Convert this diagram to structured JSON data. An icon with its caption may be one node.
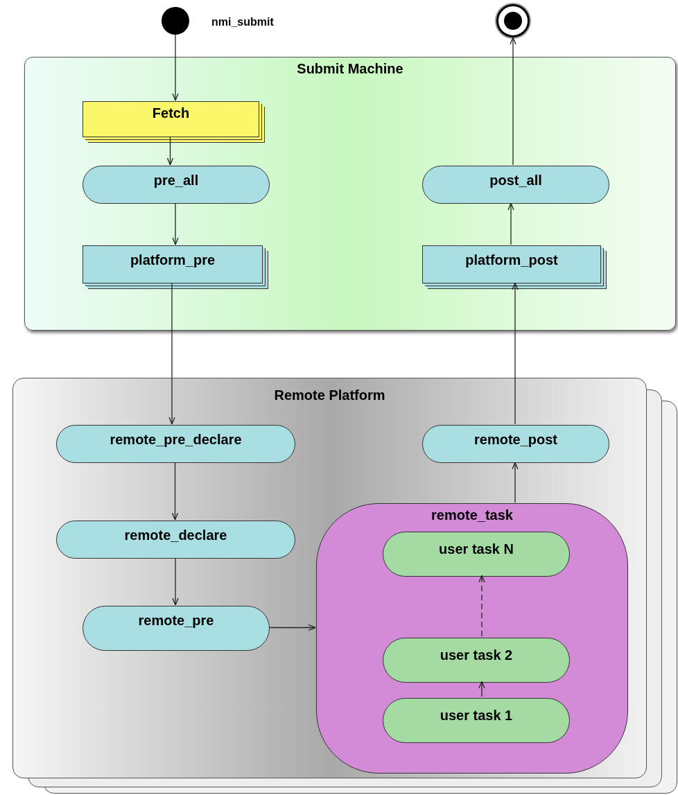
{
  "diagram": {
    "nodes": [
      {
        "text": [],
        "shape": "circle",
        "beside": [
          "nmi_submit"
        ]
      },
      {
        "text": [],
        "shape": "circle"
      },
      {
        "text": [
          "Submit Machine"
        ]
      },
      {
        "text": [
          "Fetch"
        ],
        "in": 2
      },
      {
        "text": [
          "pre_all"
        ],
        "in": 2
      },
      {
        "text": [
          "platform_pre"
        ],
        "in": 2
      },
      {
        "text": [
          "post_all"
        ],
        "in": 2
      },
      {
        "text": [
          "platform_post"
        ],
        "in": 2
      },
      {
        "text": [
          "Remote Platform"
        ]
      },
      {
        "text": [
          "remote_pre_declare"
        ],
        "in": 8
      },
      {
        "text": [
          "remote_post"
        ],
        "in": 8
      },
      {
        "text": [
          "remote_declare"
        ],
        "in": 8
      },
      {
        "text": [
          "remote_task"
        ],
        "in": 8
      },
      {
        "text": [
          "user task N"
        ],
        "in": 12
      },
      {
        "text": [
          "remote_pre"
        ],
        "in": 8
      },
      {
        "text": [
          "user task 2"
        ],
        "in": 12
      },
      {
        "text": [
          "user task 1"
        ],
        "in": 12
      }
    ],
    "edges": [
      {
        "from": 0,
        "to": 3,
        "arrow": "to"
      },
      {
        "from": 3,
        "to": 4,
        "arrow": "to"
      },
      {
        "from": 4,
        "to": 5,
        "arrow": "to"
      },
      {
        "from": 5,
        "to": 9,
        "arrow": "to"
      },
      {
        "from": 9,
        "to": 11,
        "arrow": "to"
      },
      {
        "from": 11,
        "to": 14,
        "arrow": "to"
      },
      {
        "from": 14,
        "to": 12,
        "arrow": "to"
      },
      {
        "from": 12,
        "to": 10,
        "arrow": "to"
      },
      {
        "from": 10,
        "to": 7,
        "arrow": "to"
      },
      {
        "from": 7,
        "to": 6,
        "arrow": "to"
      },
      {
        "from": 6,
        "to": 1,
        "arrow": "to"
      },
      {
        "from": 16,
        "to": 15,
        "arrow": "to"
      },
      {
        "from": 15,
        "to": 13,
        "arrow": "to",
        "style": "dashed"
      }
    ]
  }
}
